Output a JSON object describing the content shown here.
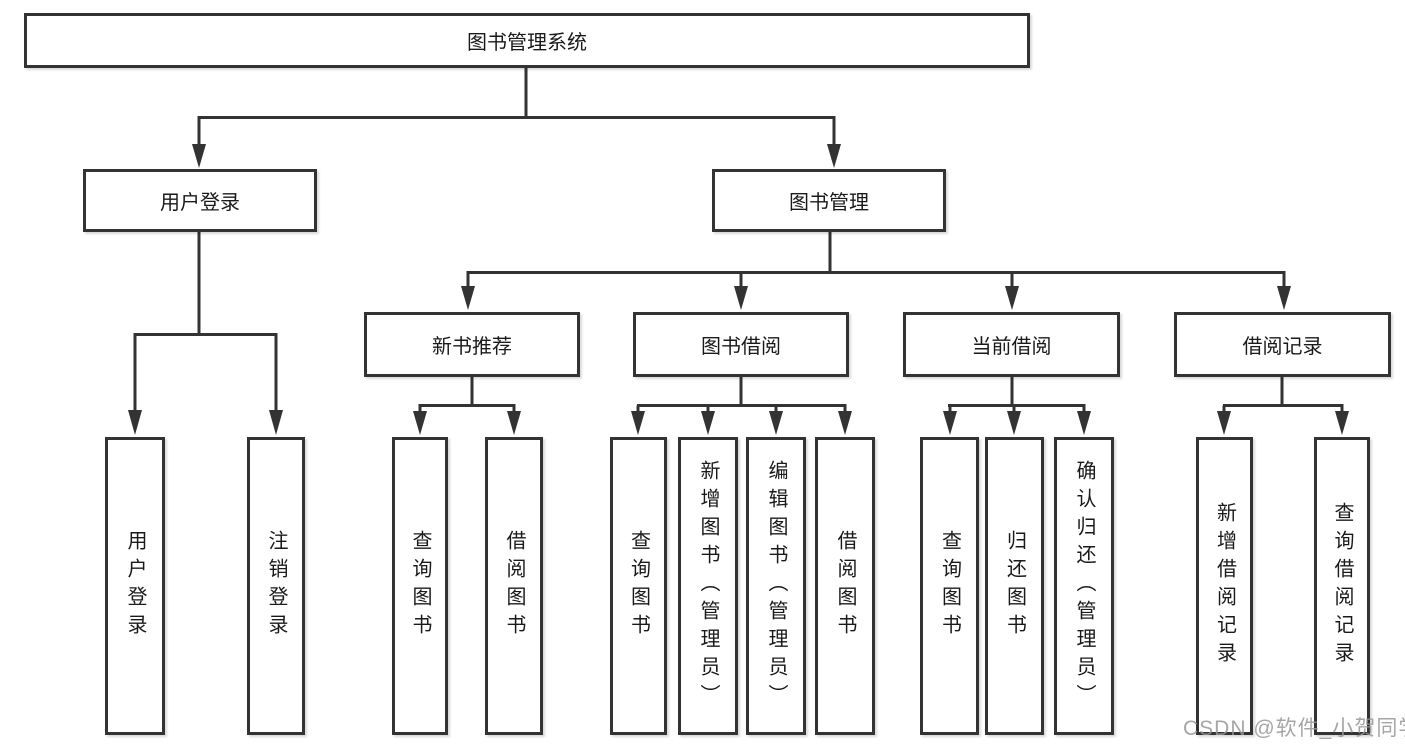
{
  "diagram_type": "hierarchy-tree",
  "tree": {
    "root": {
      "label": "图书管理系统",
      "children": [
        {
          "label": "用户登录",
          "children": [
            {
              "label": "用户登录"
            },
            {
              "label": "注销登录"
            }
          ]
        },
        {
          "label": "图书管理",
          "children": [
            {
              "label": "新书推荐",
              "children": [
                {
                  "label": "查询图书"
                },
                {
                  "label": "借阅图书"
                }
              ]
            },
            {
              "label": "图书借阅",
              "children": [
                {
                  "label": "查询图书"
                },
                {
                  "label": "新增图书（管理员）"
                },
                {
                  "label": "编辑图书（管理员）"
                },
                {
                  "label": "借阅图书"
                }
              ]
            },
            {
              "label": "当前借阅",
              "children": [
                {
                  "label": "查询图书"
                },
                {
                  "label": "归还图书"
                },
                {
                  "label": "确认归还（管理员）"
                }
              ]
            },
            {
              "label": "借阅记录",
              "children": [
                {
                  "label": "新增借阅记录"
                },
                {
                  "label": "查询借阅记录"
                }
              ]
            }
          ]
        }
      ]
    }
  },
  "watermark": {
    "text": "CSDN @软件_小贺同学",
    "color": "#969696"
  },
  "colors": {
    "line": "#333333",
    "box_border": "#333333",
    "box_fill": "#ffffff",
    "text": "#1a1a1a",
    "background": "#ffffff"
  }
}
